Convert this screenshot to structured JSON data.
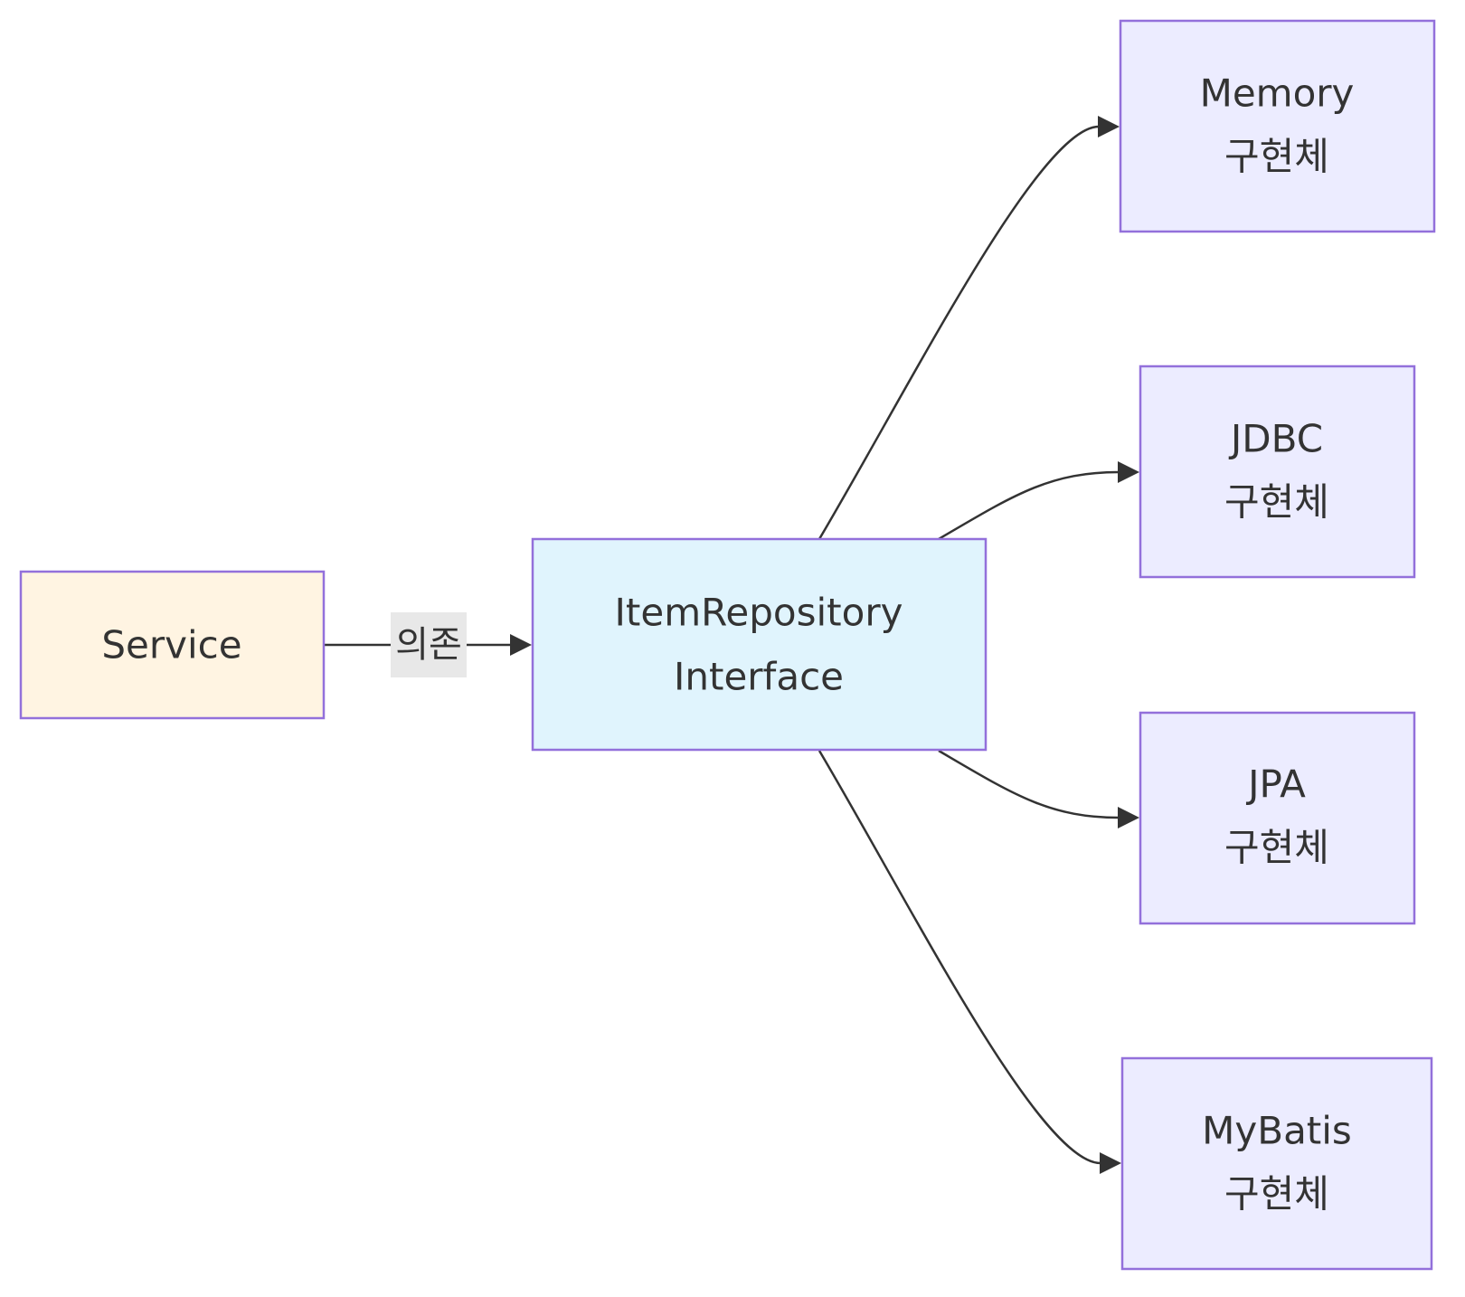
{
  "nodes": {
    "service": {
      "lines": [
        "Service"
      ],
      "fill": "#fff4e2",
      "stroke": "#9370db"
    },
    "item_repository": {
      "lines": [
        "ItemRepository",
        "Interface"
      ],
      "fill": "#e0f4fd",
      "stroke": "#9370db"
    },
    "memory": {
      "lines": [
        "Memory",
        "구현체"
      ],
      "fill": "#ececff",
      "stroke": "#9370db"
    },
    "jdbc": {
      "lines": [
        "JDBC",
        "구현체"
      ],
      "fill": "#ececff",
      "stroke": "#9370db"
    },
    "jpa": {
      "lines": [
        "JPA",
        "구현체"
      ],
      "fill": "#ececff",
      "stroke": "#9370db"
    },
    "mybatis": {
      "lines": [
        "MyBatis",
        "구현체"
      ],
      "fill": "#ececff",
      "stroke": "#9370db"
    }
  },
  "edges": {
    "service_to_repo": {
      "label": "의존",
      "label_bg": "#e8e8e8"
    }
  },
  "colors": {
    "line": "#333333",
    "text": "#333333"
  }
}
